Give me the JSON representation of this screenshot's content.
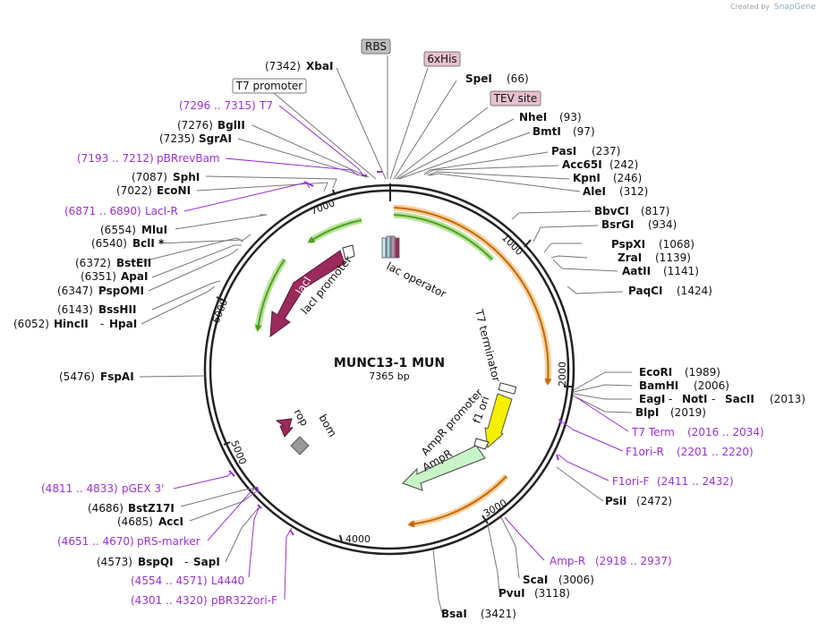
{
  "credit": {
    "created_by": "Created by",
    "brand": "SnapGene"
  },
  "plasmid": {
    "name": "MUNC13-1 MUN",
    "size": "7365 bp"
  },
  "ticks": [
    "1000",
    "2000",
    "3000",
    "4000",
    "5000",
    "6000",
    "7000"
  ],
  "boxes": {
    "rbs": "RBS",
    "his": "6xHis",
    "tev": "TEV site",
    "t7promoter": "T7 promoter"
  },
  "features": {
    "lac_operator": "lac operator",
    "laci": "lacI",
    "laci_promoter": "lacI promoter",
    "t7_terminator": "T7 terminator",
    "f1_ori": "f1 ori",
    "ampr_promoter": "AmpR promoter",
    "ampr": "AmpR",
    "rop": "rop",
    "bom": "bom"
  },
  "sites_right": [
    {
      "name": "SpeI",
      "pos": "(66)"
    },
    {
      "name": "NheI",
      "pos": "(93)"
    },
    {
      "name": "BmtI",
      "pos": "(97)"
    },
    {
      "name": "PasI",
      "pos": "(237)"
    },
    {
      "name": "Acc65I",
      "pos": "(242)"
    },
    {
      "name": "KpnI",
      "pos": "(246)"
    },
    {
      "name": "AleI",
      "pos": "(312)"
    },
    {
      "name": "BbvCI",
      "pos": "(817)"
    },
    {
      "name": "BsrGI",
      "pos": "(934)"
    },
    {
      "name": "PspXI",
      "pos": "(1068)"
    },
    {
      "name": "ZraI",
      "pos": "(1139)"
    },
    {
      "name": "AatII",
      "pos": "(1141)"
    },
    {
      "name": "PaqCI",
      "pos": "(1424)"
    },
    {
      "name": "EcoRI",
      "pos": "(1989)"
    },
    {
      "name": "BamHI",
      "pos": "(2006)"
    },
    {
      "name": "EagI",
      "name2": "NotI",
      "name3": "SacII",
      "pos": "(2013)"
    },
    {
      "name": "BlpI",
      "pos": "(2019)"
    },
    {
      "name": "PsiI",
      "pos": "(2472)"
    },
    {
      "name": "ScaI",
      "pos": "(3006)"
    },
    {
      "name": "PvuI",
      "pos": "(3118)"
    },
    {
      "name": "BsaI",
      "pos": "(3421)"
    }
  ],
  "sites_left": [
    {
      "name": "XbaI",
      "pos": "(7342)"
    },
    {
      "name": "BglII",
      "pos": "(7276)"
    },
    {
      "name": "SgrAI",
      "pos": "(7235)"
    },
    {
      "name": "SphI",
      "pos": "(7087)"
    },
    {
      "name": "EcoNI",
      "pos": "(7022)"
    },
    {
      "name": "MluI",
      "pos": "(6554)"
    },
    {
      "name": "BclI *",
      "pos": "(6540)"
    },
    {
      "name": "BstEII",
      "pos": "(6372)"
    },
    {
      "name": "ApaI",
      "pos": "(6351)"
    },
    {
      "name": "PspOMI",
      "pos": "(6347)"
    },
    {
      "name": "BssHII",
      "pos": "(6143)"
    },
    {
      "name": "HincII",
      "name2": "HpaI",
      "pos": "(6052)"
    },
    {
      "name": "FspAI",
      "pos": "(5476)"
    },
    {
      "name": "BstZ17I",
      "pos": "(4686)"
    },
    {
      "name": "AccI",
      "pos": "(4685)"
    },
    {
      "name": "BspQI",
      "name2": "SapI",
      "pos": "(4573)"
    }
  ],
  "primers": [
    {
      "name": "T7",
      "range": "(7296 .. 7315)"
    },
    {
      "name": "pBRrevBam",
      "range": "(7193 .. 7212)"
    },
    {
      "name": "LacI-R",
      "range": "(6871 .. 6890)"
    },
    {
      "name": "pGEX 3'",
      "range": "(4811 .. 4833)"
    },
    {
      "name": "pRS-marker",
      "range": "(4651 .. 4670)"
    },
    {
      "name": "L4440",
      "range": "(4554 .. 4571)"
    },
    {
      "name": "pBR322ori-F",
      "range": "(4301 .. 4320)"
    },
    {
      "name": "T7 Term",
      "range": "(2016 .. 2034)"
    },
    {
      "name": "F1ori-R",
      "range": "(2201 .. 2220)"
    },
    {
      "name": "F1ori-F",
      "range": "(2411 .. 2432)"
    },
    {
      "name": "Amp-R",
      "range": "(2918 .. 2937)"
    }
  ],
  "colors": {
    "backbone": "#222222",
    "primer": "#9b30d9",
    "laci": "#9b2a5c",
    "rop": "#9b2a5c",
    "ampr": "#c8f5c8",
    "f1ori": "#f5ef00",
    "bom": "#999999",
    "orange": "#f0a030",
    "green": "#50a020"
  }
}
